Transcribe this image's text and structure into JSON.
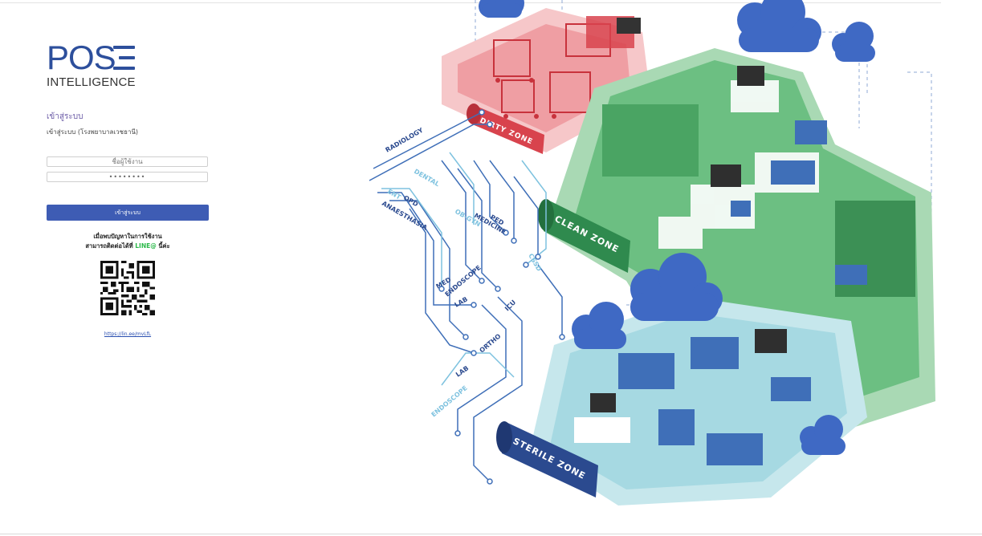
{
  "brand": {
    "logo_letters": "POS",
    "logo_sub": "INTELLIGENCE"
  },
  "login": {
    "title": "เข้าสู่ระบบ",
    "subtitle": "เข้าสู่ระบบ (โรงพยาบาลเวชธานี)",
    "username_placeholder": "ชื่อผู้ใช้งาน",
    "password_value": "••••••••",
    "submit_label": "เข้าสู่ระบบ"
  },
  "help": {
    "line1": "เมื่อพบปัญหาในการใช้งาน",
    "line2_prefix": "สามารถติดต่อได้ที่",
    "line2_brand": "LINE@",
    "line2_suffix": "นี้ค่ะ",
    "link": "https://lin.ee/mvLfL"
  },
  "illustration": {
    "zones": {
      "dirty": "DIRTY ZONE",
      "clean": "CLEAN ZONE",
      "sterile": "STERILE ZONE"
    },
    "departments": [
      "RADIOLOGY",
      "DENTAL",
      "ENT",
      "OPD",
      "ANAESTHASIA",
      "PED",
      "MEDICINE",
      "OB-GYN",
      "CSSD",
      "MED",
      "ENDOSCOPE",
      "LAB",
      "ICU",
      "ORTHO",
      "LAB",
      "ENDOSCOPE"
    ],
    "colors": {
      "dirty": "#d8434d",
      "clean": "#4aa463",
      "sterile": "#2b4a8f",
      "cloud": "#3f69c4",
      "circuit": "#3f6fb8"
    }
  }
}
